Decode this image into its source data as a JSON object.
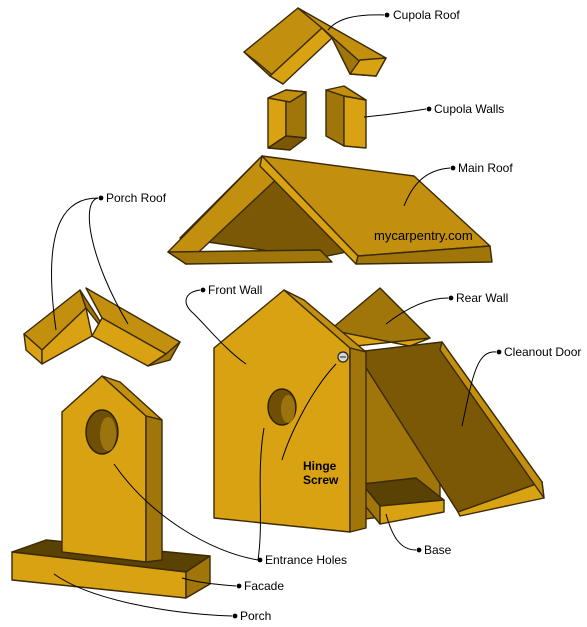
{
  "diagram": {
    "labels": {
      "cupola_roof": "Cupola Roof",
      "cupola_walls": "Cupola Walls",
      "main_roof": "Main Roof",
      "porch_roof": "Porch Roof",
      "front_wall": "Front Wall",
      "rear_wall": "Rear Wall",
      "cleanout_door": "Cleanout Door",
      "hinge_screw_line1": "Hinge",
      "hinge_screw_line2": "Screw",
      "entrance_holes": "Entrance Holes",
      "base": "Base",
      "facade": "Facade",
      "porch": "Porch"
    },
    "watermark": "mycarpentry.com",
    "colors": {
      "wood_light": "#D9A213",
      "wood_mid": "#C38F0E",
      "wood_side": "#A0760A",
      "wood_dark": "#7A5806",
      "outline": "#3a2a05"
    }
  }
}
